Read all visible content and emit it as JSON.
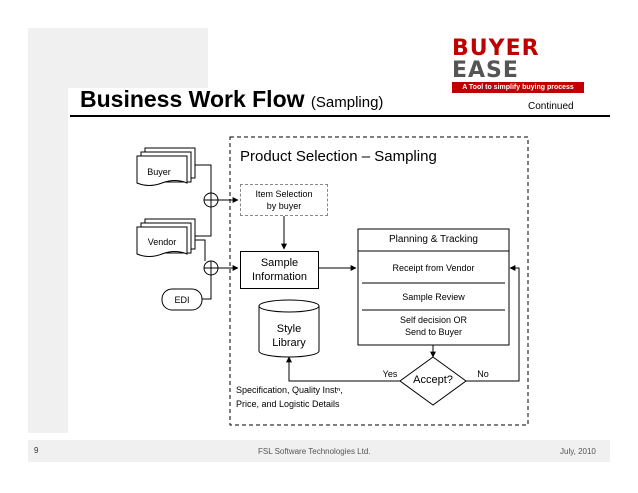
{
  "slide": {
    "title": "Business Work Flow",
    "subtitle": "(Sampling)",
    "continued": "Continued",
    "logo": {
      "brand": "BUYER EASE",
      "tagline": "A Tool to simplify buying process"
    },
    "page_number": "9",
    "footer_company": "FSL Software Technologies Ltd.",
    "footer_date": "July, 2010"
  },
  "diagram": {
    "section_title": "Product Selection – Sampling",
    "buyer": "Buyer",
    "vendor": "Vendor",
    "edi": "EDI",
    "item_selection_line1": "Item Selection",
    "item_selection_line2": "by buyer",
    "sample_info_line1": "Sample",
    "sample_info_line2": "Information",
    "style_library_line1": "Style",
    "style_library_line2": "Library",
    "planning_tracking": "Planning & Tracking",
    "receipt_from_vendor": "Receipt from Vendor",
    "sample_review": "Sample Review",
    "self_decision_line1": "Self decision OR",
    "self_decision_line2": "Send to Buyer",
    "accept": "Accept?",
    "yes": "Yes",
    "no": "No",
    "spec_line1": "Specification,  Quality Instⁿ,",
    "spec_line2": "Price, and Logistic Details"
  }
}
